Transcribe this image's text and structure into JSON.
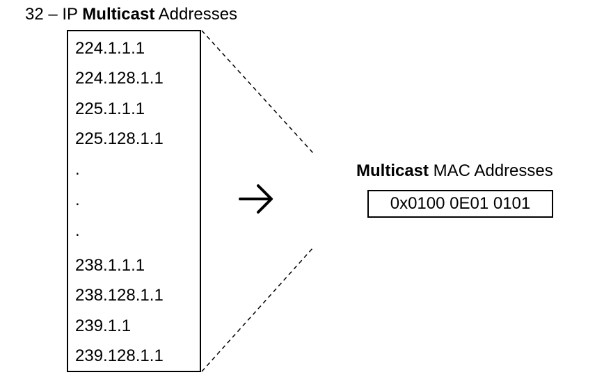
{
  "left_heading": {
    "prefix": "32 – IP ",
    "bold": "Multicast",
    "suffix": " Addresses"
  },
  "ip_addresses": [
    "224.1.1.1",
    "224.128.1.1",
    "225.1.1.1",
    "225.128.1.1",
    ".",
    ".",
    ".",
    "238.1.1.1",
    "238.128.1.1",
    "239.1.1",
    "239.128.1.1"
  ],
  "right_heading": {
    "bold": "Multicast",
    "suffix": " MAC Addresses"
  },
  "mac_address": "0x0100 0E01 0101",
  "arrow_icon": "right-arrow-icon",
  "connector_style": "dashed",
  "colors": {
    "stroke": "#000000",
    "background": "#ffffff"
  }
}
